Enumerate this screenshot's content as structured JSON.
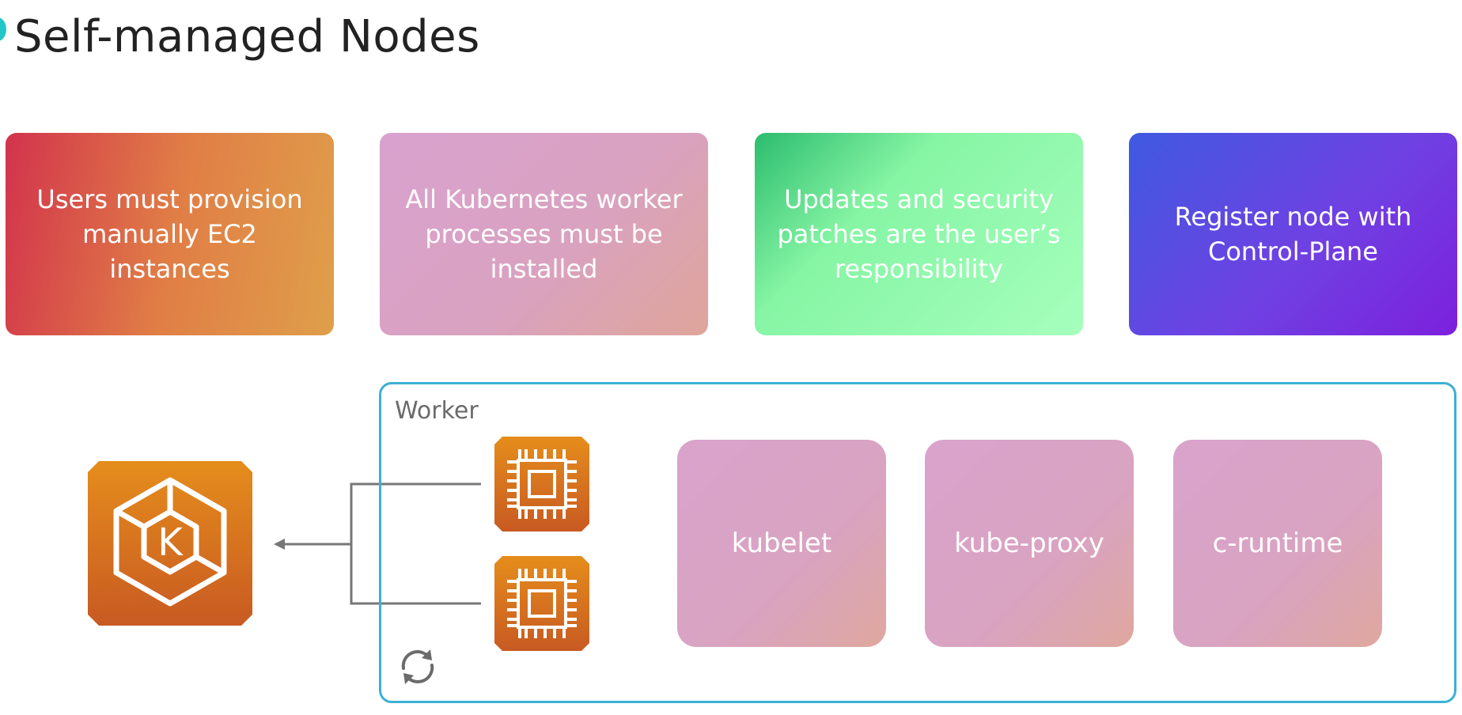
{
  "title": "Self-managed Nodes",
  "cards": [
    {
      "text": "Users must provision manually EC2 instances"
    },
    {
      "text": "All Kubernetes worker processes must be installed"
    },
    {
      "text": "Updates and security patches are the user’s responsibility"
    },
    {
      "text": "Register node with Control-Plane"
    }
  ],
  "worker": {
    "label": "Worker",
    "components": [
      "kubelet",
      "kube-proxy",
      "c-runtime"
    ]
  },
  "eks_logo": {
    "letter": "K"
  },
  "colors": {
    "accent": "#3cb0d6",
    "aws_orange": "#e07b1e",
    "connector": "#777777"
  }
}
